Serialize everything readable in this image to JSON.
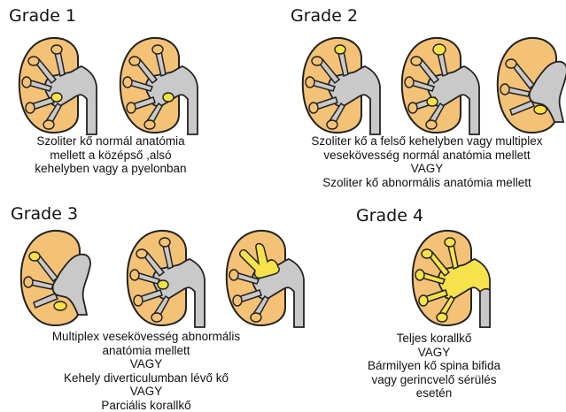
{
  "colors": {
    "kidney_fill": "#F4C276",
    "kidney_stroke": "#222222",
    "collecting_system": "#C9C9C9",
    "stone": "#F7E244",
    "staghorn": "#F6E24A"
  },
  "grades": [
    {
      "title": "Grade 1",
      "description": "Szoliter kő normál anatómia\nmellett a középső ,alsó\nkehelyben vagy a pyelonban",
      "kidneys": [
        {
          "stones": [
            "middle-calyx"
          ]
        },
        {
          "stones": [
            "pelvis"
          ]
        }
      ]
    },
    {
      "title": "Grade 2",
      "description": "Szoliter kő a felső kehelyben vagy multiplex\nvesekövesség normál anatómia mellett\nVAGY\nSzoliter kő abnormális anatómia mellett",
      "kidneys": [
        {
          "stones": [
            "upper-calyx"
          ]
        },
        {
          "stones": [
            "upper-calyx",
            "lower-calyx"
          ]
        },
        {
          "stones": [
            "lower-calyx"
          ]
        }
      ]
    },
    {
      "title": "Grade 3",
      "description": "Multiplex vesekövesség abnormális\nanatómia mellett\nVAGY\nKehely diverticulumban lévő kő\nVAGY\nParciális korallkő",
      "kidneys": [
        {
          "stones": [
            "upper-calyx",
            "lower-calyx"
          ]
        },
        {
          "stones": [
            "diverticulum"
          ]
        },
        {
          "stones": [
            "partial-staghorn"
          ]
        }
      ]
    },
    {
      "title": "Grade 4",
      "description": "Teljes korallkő\nVAGY\nBármilyen kő spina bifida\nvagy gerincvelő sérülés\nesetén",
      "kidneys": [
        {
          "stones": [
            "complete-staghorn"
          ]
        }
      ]
    }
  ]
}
